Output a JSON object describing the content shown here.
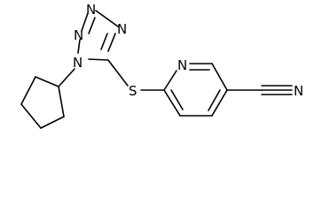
{
  "atoms": {
    "n1": "N",
    "n2": "N",
    "n3": "N",
    "n4": "N",
    "s": "S",
    "n_pyr": "N",
    "n_nitrile": "N"
  }
}
